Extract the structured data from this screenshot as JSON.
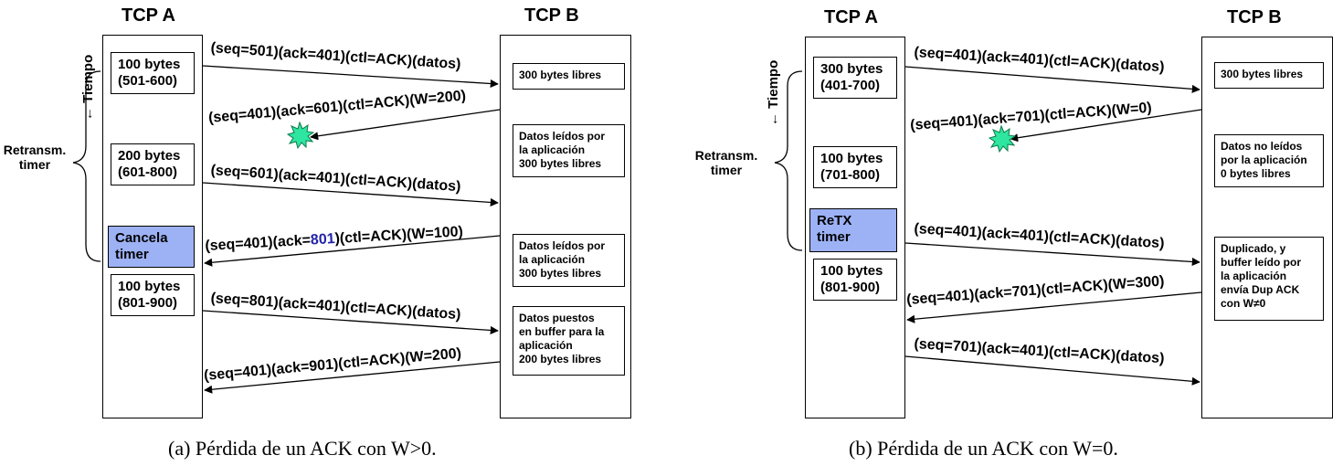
{
  "panel_a": {
    "host_a": "TCP A",
    "host_b": "TCP B",
    "time_label": "← Tiempo",
    "timer_label": "Retransm.\ntimer",
    "a_boxes": [
      {
        "text": "100 bytes\n(501-600)"
      },
      {
        "text": "200 bytes\n(601-800)"
      },
      {
        "text": "Cancela\ntimer",
        "highlight": true
      },
      {
        "text": "100 bytes\n(801-900)"
      }
    ],
    "b_boxes": [
      {
        "text": "300 bytes libres"
      },
      {
        "text": "Datos leídos por\nla aplicación\n300 bytes libres"
      },
      {
        "text": "Datos leídos por\nla aplicación\n300 bytes libres"
      },
      {
        "text": "Datos puestos\nen buffer para la\naplicación\n200 bytes libres"
      }
    ],
    "messages": [
      {
        "text": "(seq=501)(ack=401)(ctl=ACK)(datos)"
      },
      {
        "pre": "(seq=401)(ack=601)(ctl=ACK)(W=200)"
      },
      {
        "text": "(seq=601)(ack=401)(ctl=ACK)(datos)"
      },
      {
        "pre": "(seq=401)(ack=",
        "highlight": "801",
        "post": ")(ctl=ACK)(W=100)"
      },
      {
        "text": "(seq=801)(ack=401)(ctl=ACK)(datos)"
      },
      {
        "text": "(seq=401)(ack=901)(ctl=ACK)(W=200)"
      }
    ],
    "caption": "(a)  Pérdida de un ACK con W>0."
  },
  "panel_b": {
    "host_a": "TCP A",
    "host_b": "TCP B",
    "time_label": "← Tiempo",
    "timer_label": "Retransm.\ntimer",
    "a_boxes": [
      {
        "text": "300 bytes\n(401-700)"
      },
      {
        "text": "100 bytes\n(701-800)"
      },
      {
        "text": "ReTX\ntimer",
        "highlight": true
      },
      {
        "text": "100 bytes\n(801-900)"
      }
    ],
    "b_boxes": [
      {
        "text": "300 bytes libres"
      },
      {
        "text": "Datos no leídos\npor la aplicación\n0 bytes libres"
      },
      {
        "text": "Duplicado, y\nbuffer leído por\nla aplicación\nenvía Dup ACK\ncon W≠0"
      }
    ],
    "messages": [
      {
        "text": "(seq=401)(ack=401)(ctl=ACK)(datos)"
      },
      {
        "text": "(seq=401)(ack=701)(ctl=ACK)(W=0)"
      },
      {
        "text": "(seq=401)(ack=401)(ctl=ACK)(datos)"
      },
      {
        "text": "(seq=401)(ack=701)(ctl=ACK)(W=300)"
      },
      {
        "text": "(seq=701)(ack=401)(ctl=ACK)(datos)"
      }
    ],
    "caption": "(b)  Pérdida de un ACK con W=0."
  },
  "colors": {
    "highlight_box": "#9db2f5",
    "highlight_text": "#2323a8",
    "loss_burst": "#2ee6a0"
  },
  "icons": [
    "loss-burst-icon"
  ]
}
